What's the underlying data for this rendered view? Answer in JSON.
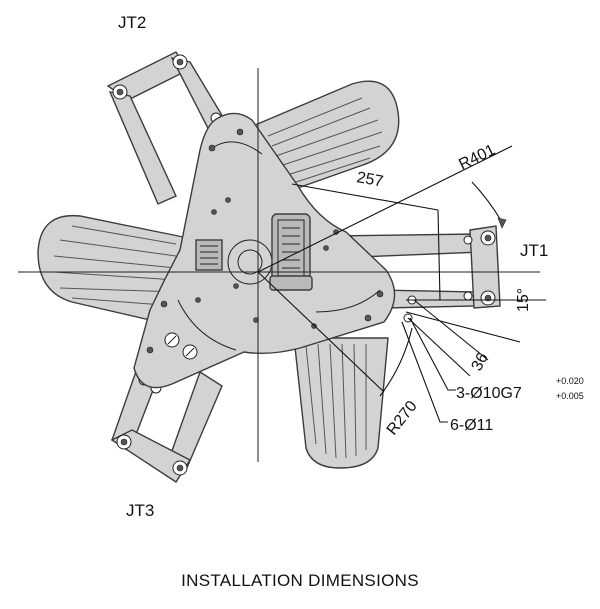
{
  "caption": "INSTALLATION DIMENSIONS",
  "joints": {
    "jt1": "JT1",
    "jt2": "JT2",
    "jt3": "JT3"
  },
  "dimensions": {
    "radius_outer": "R401",
    "distance": "257",
    "angle": "15°",
    "offset": "36",
    "radius_inner": "R270",
    "pin_holes": "3-Ø10G7",
    "pin_tol_upper": "+0.020",
    "pin_tol_lower": "+0.005",
    "bolt_holes": "6-Ø11"
  },
  "colors": {
    "part_fill": "#d3d3d3",
    "part_stroke": "#3c3c3c",
    "line": "#111111"
  }
}
